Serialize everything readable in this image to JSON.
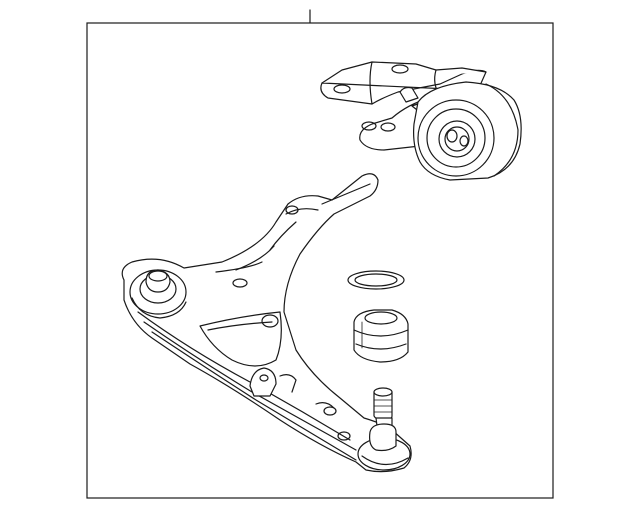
{
  "diagram": {
    "type": "exploded-parts-illustration",
    "parts": [
      "lower-control-arm",
      "rear-bushing-bracket",
      "ball-joint-boot",
      "boot-retaining-ring",
      "ball-joint-stud"
    ],
    "colors": {
      "line": "#1a1a1a",
      "background": "#ffffff"
    }
  }
}
